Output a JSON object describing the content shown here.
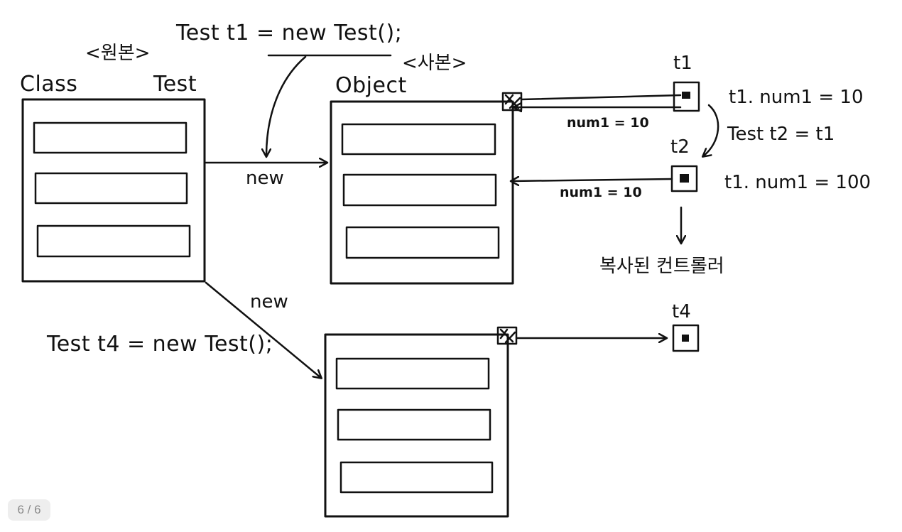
{
  "labels": {
    "wonbon": "<원본>",
    "class": "Class",
    "test_name": "Test",
    "code_t1": "Test t1 = new Test();",
    "sabon": "<사본>",
    "object": "Object",
    "new_1": "new",
    "new_2": "new",
    "code_t4": "Test t4 = new Test();",
    "t1": "t1",
    "t2": "t2",
    "t4": "t4",
    "num1_top": "num1 = 10",
    "num1_mid": "num1 = 10",
    "code_assign1": "t1. num1 = 10",
    "code_assign2": "Test t2 = t1",
    "code_assign3": "t1. num1 = 100",
    "copied_controller": "복사된 컨트롤러"
  },
  "pager": "6 / 6"
}
